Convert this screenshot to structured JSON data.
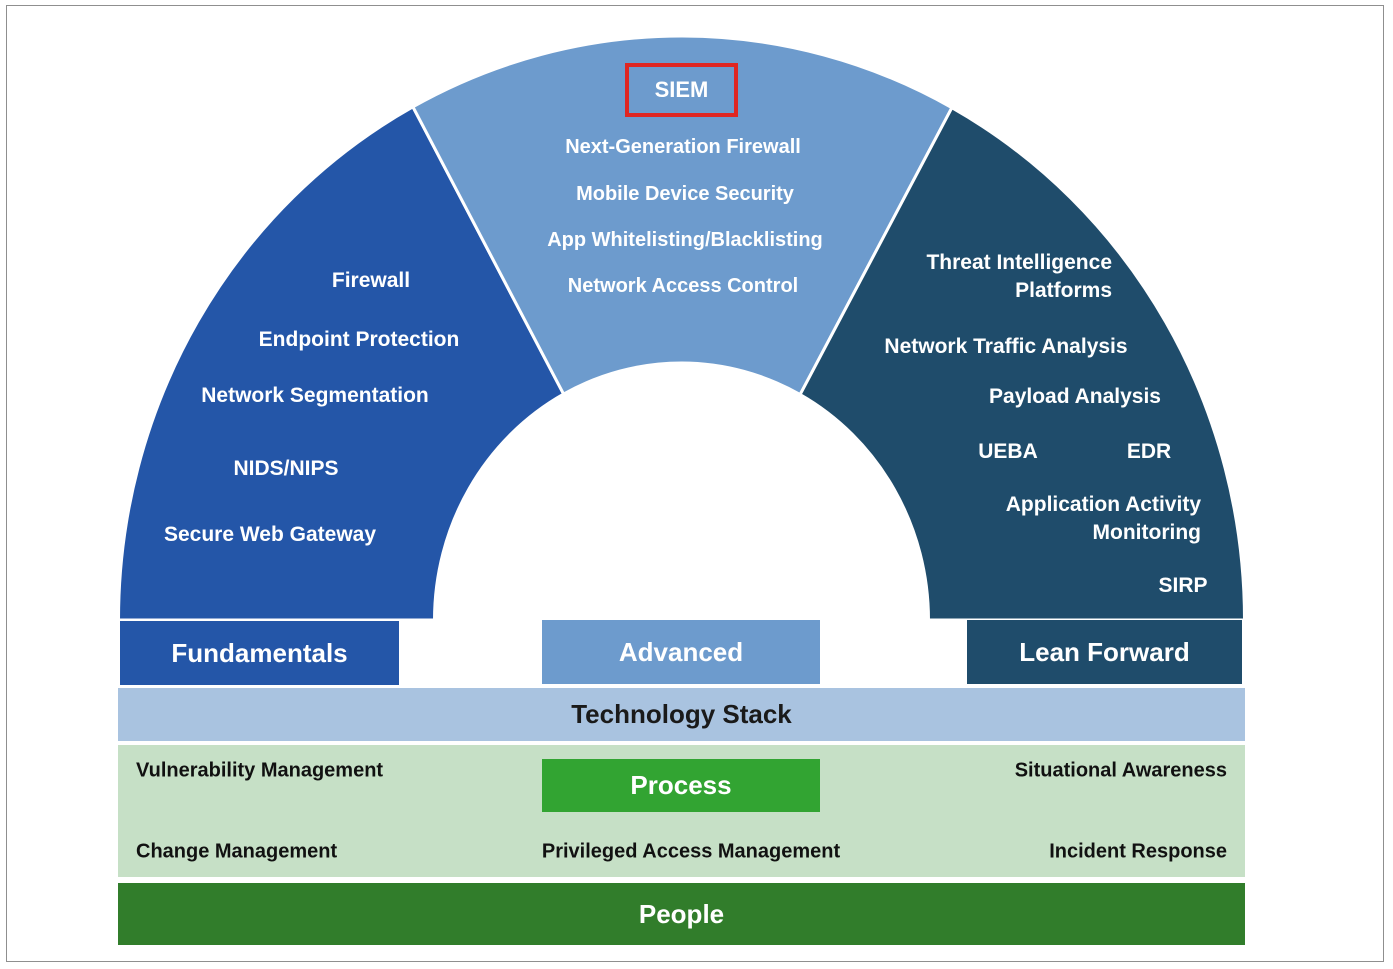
{
  "colors": {
    "fundamentals_blue": "#2456a8",
    "advanced_blue": "#6d9bcd",
    "lean_forward_navy": "#1f4c6b",
    "tech_stack_bar": "#a9c3e0",
    "process_panel": "#c6e0c6",
    "process_button": "#32a432",
    "people_bar": "#317d2b",
    "highlight_red": "#e02622",
    "text_light": "#ffffff",
    "text_dark": "#1a1a1a"
  },
  "arch": {
    "fundamentals": {
      "label": "Fundamentals",
      "items": [
        "Firewall",
        "Endpoint Protection",
        "Network Segmentation",
        "NIDS/NIPS",
        "Secure Web Gateway"
      ]
    },
    "advanced": {
      "label": "Advanced",
      "highlighted_item": "SIEM",
      "items": [
        "Next-Generation Firewall",
        "Mobile Device Security",
        "App Whitelisting/Blacklisting",
        "Network Access Control"
      ]
    },
    "lean_forward": {
      "label": "Lean Forward",
      "items": [
        "Threat Intelligence\nPlatforms",
        "Network Traffic Analysis",
        "Payload Analysis",
        "UEBA",
        "EDR",
        "Application Activity\nMonitoring",
        "SIRP"
      ]
    }
  },
  "technology_stack": {
    "label": "Technology Stack"
  },
  "process": {
    "label": "Process",
    "items": [
      "Vulnerability Management",
      "Situational Awareness",
      "Change Management",
      "Privileged Access Management",
      "Incident Response"
    ]
  },
  "people": {
    "label": "People"
  }
}
